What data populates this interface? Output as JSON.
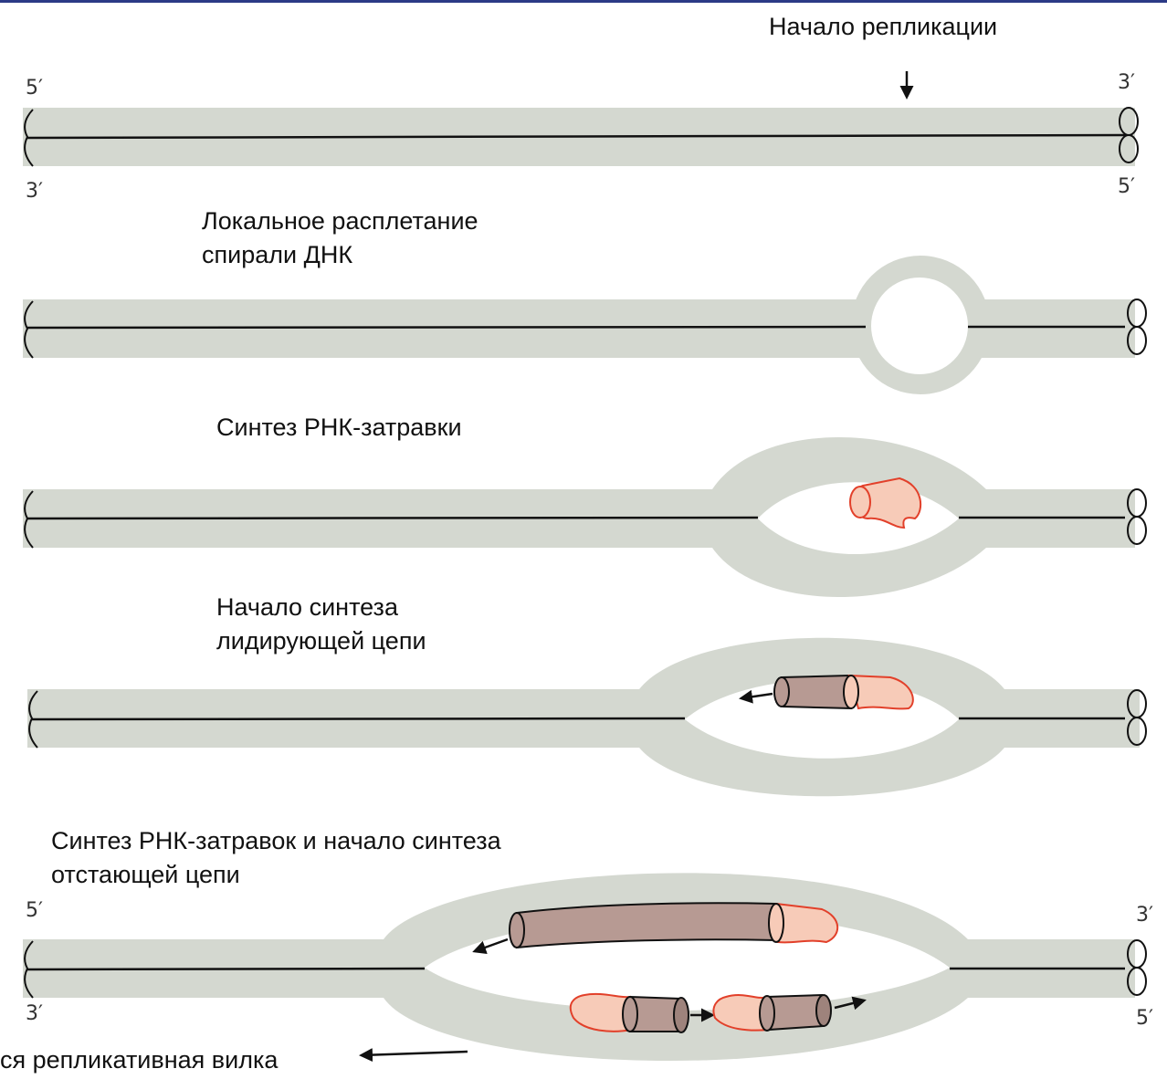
{
  "colors": {
    "strand": "#d4d8d0",
    "backbone": "#111111",
    "primer_fill": "#f7cbb8",
    "primer_outline": "#e2402a",
    "new_dna": "#b79a93",
    "header_bar": "#2b3a86"
  },
  "labels": {
    "origin": "Начало репликации",
    "unwinding_1": "Локальное расплетание",
    "unwinding_2": "спирали ДНК",
    "primer_synthesis": "Синтез РНК-затравки",
    "leading_1": "Начало синтеза",
    "leading_2": "лидирующей цепи",
    "lagging_1": "Синтез РНК-затравок и начало синтеза",
    "lagging_2": "отстающей цепи",
    "fork": "ся репликативная вилка"
  },
  "ends": {
    "five": "5′",
    "three": "3′"
  }
}
